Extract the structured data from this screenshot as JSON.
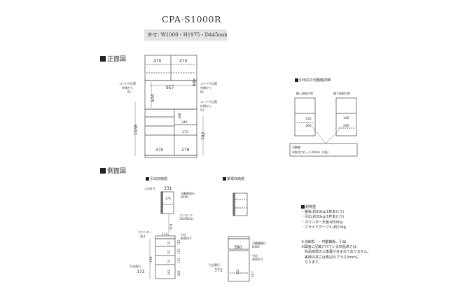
{
  "header": {
    "model": "CPA-S1000R",
    "outer_dimensions": "外寸: W1000・H1975・D445mm"
  },
  "front_view": {
    "heading": "正面図",
    "dims": {
      "upper_left_w": "470",
      "upper_right_w": "470",
      "upper_h": "489",
      "mid_w": "957",
      "mid_h": "504",
      "small_h": "288",
      "small_w": "346",
      "drawer_w": "372",
      "lower_left_w": "470",
      "lower_right_w": "279",
      "total_left_h": "1038",
      "right_h": "782"
    },
    "cord_left": [
      "コード穴位置",
      "外側から",
      "61"
    ],
    "cord_right_upper": [
      "コード穴位置",
      "外側から",
      "61"
    ],
    "cord_right_lower": [
      "コード穴位置",
      "外側から",
      "54"
    ]
  },
  "shelf_detail": {
    "heading": "引出内の可動棚詳細",
    "upper_label": "棚上段取付時",
    "lower_label": "棚下段取付時",
    "upper_dims": [
      "150",
      "360"
    ],
    "lower_dims": [
      "140",
      "290"
    ],
    "legend_title": "可動棚",
    "legend_note": "※取付けピッチ30mm（4段）"
  },
  "side_view": {
    "heading": "側面図",
    "drawer_section": {
      "heading": "引出収納部",
      "upper_outer_label": "上台外寸",
      "upper_depth": "331",
      "shelf_depth": "278",
      "shelf_label": [
        "可動棚奥行",
        "D260"
      ],
      "outlet_label": [
        "コンセント",
        "1500W2口"
      ],
      "counter_label": [
        "カウンター",
        "高さ"
      ],
      "counter_gap": "114",
      "mid_h": "504",
      "drawer_inner_label": [
        "引出",
        "有効内寸"
      ],
      "drawer_inner": [
        "70",
        "70",
        "70",
        "162"
      ],
      "drawer_pitch": [
        "115",
        "115",
        "115",
        "265"
      ],
      "lower_h": "938",
      "drawer_depth_label": "引出奥行",
      "drawer_depth": "373"
    },
    "appliance_section": {
      "heading": "家電収納部",
      "shelf_w": "380",
      "shelf_label": [
        "可動棚奥行",
        "D400"
      ],
      "drawer_inner_label": [
        "引出",
        "有効内寸"
      ],
      "drawer_inner": "162",
      "lower_h": "447",
      "drawer_depth_label": "引出奥行",
      "drawer_depth": "373"
    }
  },
  "load_capacity": {
    "heading": "耐荷重",
    "items": [
      "・棚板:約20kg(1枚あたり)",
      "・引出:約30kg(1杯あたり)",
      "・カウンター天板:約50kg",
      "・スライドテーブル:約10kg"
    ],
    "notes": [
      "※点線部・・可動棚板、引出",
      "※図面に記載されている商品高さは",
      "　商品底部の三角幕が含まれておりません。",
      "　実際の高さは表記のプラス3mmに",
      "　なります。"
    ]
  }
}
